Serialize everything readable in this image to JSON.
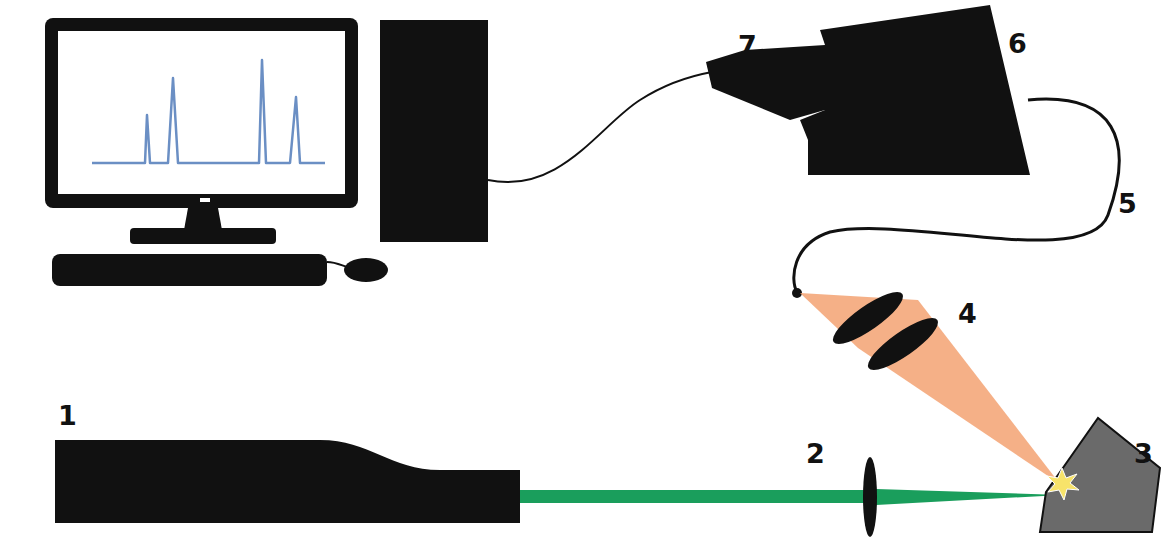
{
  "diagram": {
    "labels": [
      "7",
      "6",
      "5",
      "4",
      "1",
      "2",
      "3"
    ]
  }
}
